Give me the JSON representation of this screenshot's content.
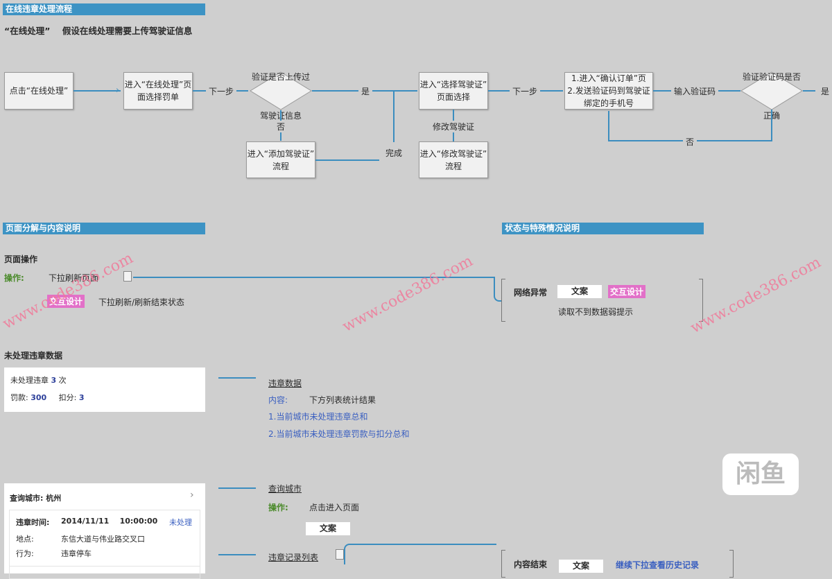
{
  "sections": {
    "flow": "在线违章处理流程",
    "page": "页面分解与内容说明",
    "status": "状态与特殊情况说明"
  },
  "flow": {
    "subtitle_quote": "“在线处理”",
    "subtitle": "假设在线处理需要上传驾驶证信息",
    "nodes": {
      "click": "点击“在线处理”",
      "enter_page": [
        "进入“在线处理”页",
        "面选择罚单"
      ],
      "check_license": [
        "验证是否上传过",
        "驾驶证信息"
      ],
      "add_license": [
        "进入“添加驾驶证”",
        "流程"
      ],
      "select_license": [
        "进入“选择驾驶证”",
        "页面选择"
      ],
      "modify_license": [
        "进入“修改驾驶证”",
        "流程"
      ],
      "confirm_order": [
        "1.进入“确认订单”页",
        "2.发送验证码到驾驶证",
        "绑定的手机号"
      ],
      "check_code": [
        "验证验证码是否",
        "正确"
      ]
    },
    "labels": {
      "next1": "下一步",
      "yes1": "是",
      "no1": "否",
      "done": "完成",
      "modify": "修改驾驶证",
      "next2": "下一步",
      "input_code": "输入验证码",
      "yes2": "是",
      "no2": "否"
    }
  },
  "page_ops": {
    "title": "页面操作",
    "op_label": "操作:",
    "op_value": "下拉刷新页面",
    "tag": "交互设计",
    "tag_desc": "下拉刷新/刷新结束状态"
  },
  "unprocessed": {
    "title": "未处理违章数据",
    "card": {
      "label": "未处理违章",
      "count": "3",
      "unit": "次",
      "fine_label": "罚款:",
      "fine": "300",
      "points_label": "扣分:",
      "points": "3"
    },
    "note": {
      "title": "违章数据",
      "content_label": "内容:",
      "content": "下方列表统计结果",
      "item1": "1.当前城市未处理违章总和",
      "item2": "2.当前城市未处理违章罚款与扣分总和"
    }
  },
  "city": {
    "card": {
      "city_label": "查询城市:",
      "city": "杭州",
      "time_label": "违章时间:",
      "date": "2014/11/11",
      "time": "10:00:00",
      "status": "未处理",
      "place_label": "地点:",
      "place": "东信大道与伟业路交叉口",
      "action_label": "行为:",
      "action": "违章停车"
    },
    "note": {
      "title": "查询城市",
      "op_label": "操作:",
      "op": "点击进入页面",
      "copy_tag": "文案",
      "list_title": "违章记录列表"
    }
  },
  "status": {
    "network": {
      "title": "网络异常",
      "copy_tag": "文案",
      "design_tag": "交互设计",
      "desc": "读取不到数据弱提示"
    },
    "end": {
      "title": "内容结束",
      "copy_tag": "文案",
      "desc": "继续下拉查看历史记录"
    }
  },
  "watermark": "www.code386.com",
  "logo": "闲鱼",
  "colors": {
    "section": "#3d93c4",
    "line": "#3b8dbf",
    "tag_pink": "#e270c8",
    "green": "#4a8a2a",
    "blue": "#3a5fc0"
  }
}
